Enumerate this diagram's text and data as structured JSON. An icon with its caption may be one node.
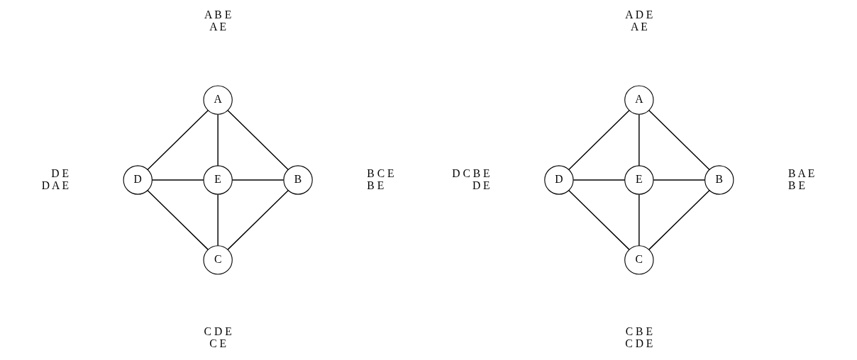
{
  "diagram": {
    "nodes": [
      {
        "text": [
          "A"
        ],
        "beside": [
          "A B E",
          "A E"
        ]
      },
      {
        "text": [
          "D"
        ],
        "beside": [
          "D E",
          "D A E"
        ]
      },
      {
        "text": [
          "E"
        ]
      },
      {
        "text": [
          "B"
        ],
        "beside": [
          "B C E",
          "B E"
        ]
      },
      {
        "text": [
          "C"
        ],
        "beside": [
          "C D E",
          "C E"
        ]
      },
      {
        "text": [
          "A"
        ],
        "beside": [
          "A D E",
          "A E"
        ]
      },
      {
        "text": [
          "D"
        ],
        "beside": [
          "D C B E",
          "D E"
        ]
      },
      {
        "text": [
          "E"
        ]
      },
      {
        "text": [
          "B"
        ],
        "beside": [
          "B A E",
          "B E"
        ]
      },
      {
        "text": [
          "C"
        ],
        "beside": [
          "C B E",
          "C D E"
        ]
      }
    ],
    "edges": [
      {
        "from": 0,
        "to": 1,
        "arrow": "none"
      },
      {
        "from": 0,
        "to": 2,
        "arrow": "none"
      },
      {
        "from": 0,
        "to": 3,
        "arrow": "none"
      },
      {
        "from": 1,
        "to": 2,
        "arrow": "none"
      },
      {
        "from": 2,
        "to": 3,
        "arrow": "none"
      },
      {
        "from": 1,
        "to": 4,
        "arrow": "none"
      },
      {
        "from": 2,
        "to": 4,
        "arrow": "none"
      },
      {
        "from": 3,
        "to": 4,
        "arrow": "none"
      },
      {
        "from": 5,
        "to": 6,
        "arrow": "none"
      },
      {
        "from": 5,
        "to": 7,
        "arrow": "none"
      },
      {
        "from": 5,
        "to": 8,
        "arrow": "none"
      },
      {
        "from": 6,
        "to": 7,
        "arrow": "none"
      },
      {
        "from": 7,
        "to": 8,
        "arrow": "none"
      },
      {
        "from": 6,
        "to": 9,
        "arrow": "none"
      },
      {
        "from": 7,
        "to": 9,
        "arrow": "none"
      },
      {
        "from": 8,
        "to": 9,
        "arrow": "none"
      }
    ]
  }
}
